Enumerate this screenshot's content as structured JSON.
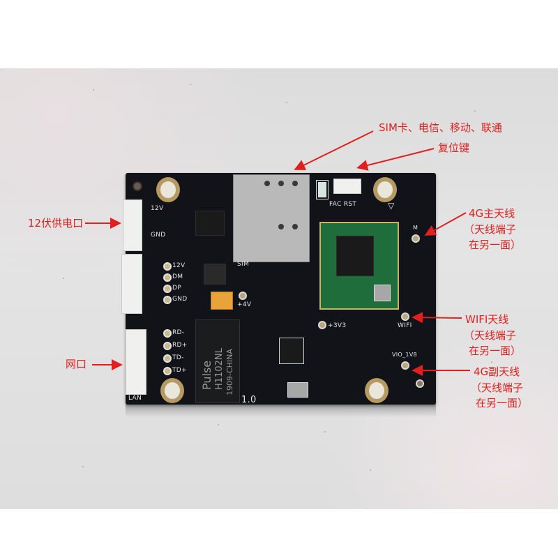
{
  "annotations": {
    "sim": "SIM卡、电信、移动、联通",
    "reset": "复位键",
    "power": "12伏供电口",
    "lan": "网口",
    "ant_main": {
      "title": "4G主天线",
      "line2": "（天线端子",
      "line3": "在另一面）"
    },
    "ant_wifi": {
      "title": "WIFI天线",
      "line2": "（天线端子",
      "line3": "在另一面）"
    },
    "ant_aux": {
      "title": "4G副天线",
      "line2": "（天线端子",
      "line3": "在另一面）"
    }
  },
  "silkscreen": {
    "v12": "12V",
    "gnd": "GND",
    "usb": [
      "12V",
      "DM",
      "DP",
      "GND"
    ],
    "eth": [
      "RD-",
      "RD+",
      "TD-",
      "TD+"
    ],
    "lan": "LAN",
    "sim": "SIM",
    "fac_rst": "FAC RST",
    "m": "M",
    "wifi": "WIFI",
    "vio": "VIO_1V8",
    "p4v": "+4V",
    "p3v3": "+3V3",
    "ver": "1.0",
    "xfmr_brand": "Pulse",
    "xfmr_part": "H1102NL",
    "xfmr_origin": "1909-CHINA"
  },
  "colors": {
    "annotation": "#e0201e",
    "pcb": "#111318",
    "module": "#1f6d3a"
  }
}
